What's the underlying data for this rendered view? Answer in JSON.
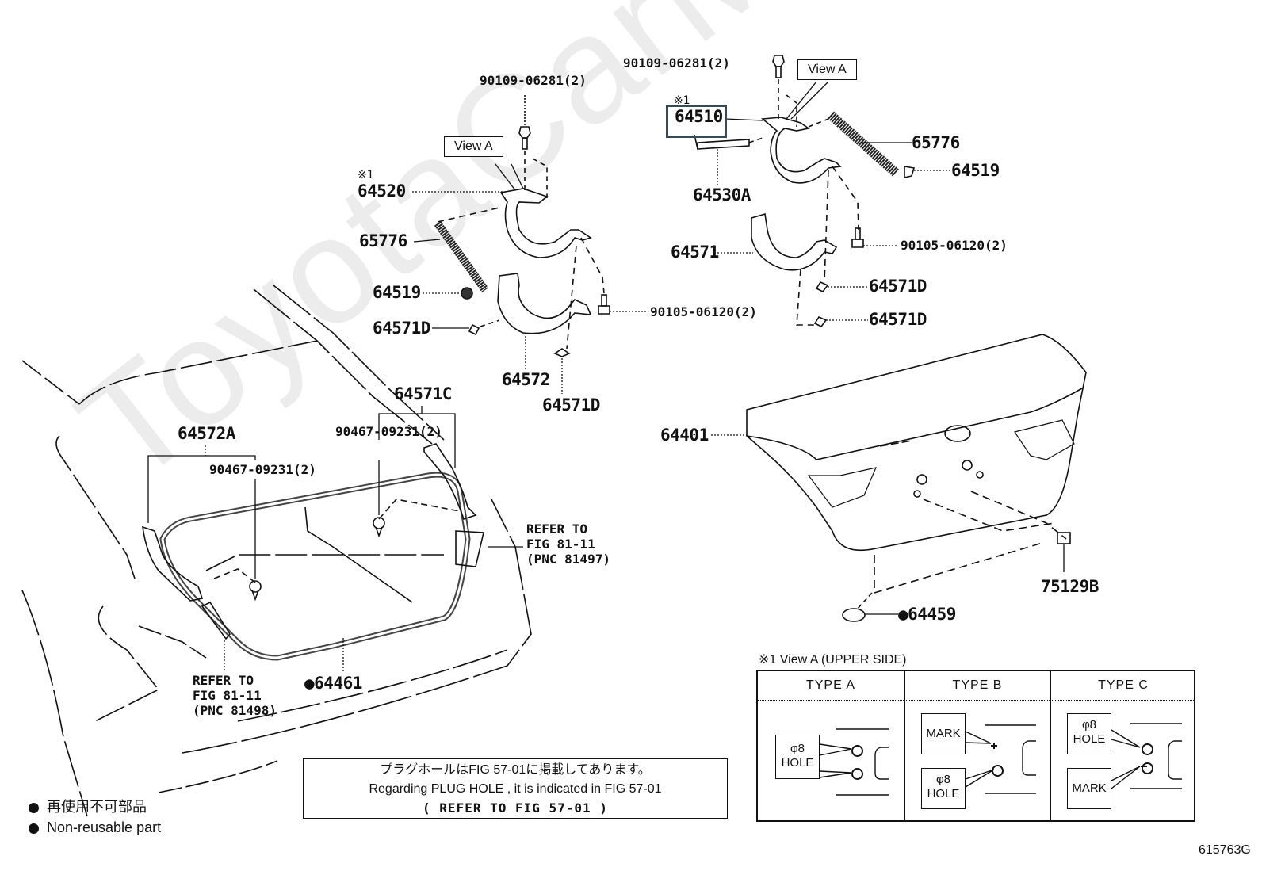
{
  "figure_id": "615763G",
  "watermark": "ToyotaCarMine.ru",
  "parts": {
    "bolt_left_top": "90109-06281(2)",
    "bolt_right_top": "90109-06281(2)",
    "hinge_left": "64520",
    "hinge_right": "64510",
    "hinge_right_highlighted": true,
    "star_mark": "※1",
    "view_a_left": "View A",
    "view_a_right": "View A",
    "rod": "64530A",
    "spring_left": "65776",
    "spring_right": "65776",
    "seat_left": "64519",
    "seat_right": "64519",
    "clip_left_1": "64571D",
    "clip_left_2": "64571D",
    "clip_right_1": "64571D",
    "clip_right_2": "64571D",
    "cover_left": "64572",
    "cover_right": "64571",
    "bolt_left_mid": "90105-06120(2)",
    "bolt_right_mid": "90105-06120(2)",
    "lid": "64401",
    "plug": "75129B",
    "grommet": "64459",
    "weatherstrip": "64461",
    "garnish_left": "64572A",
    "garnish_right": "64571C",
    "clip_garnish_left": "90467-09231(2)",
    "clip_garnish_right": "90467-09231(2)"
  },
  "references": {
    "right": [
      "REFER TO",
      "FIG 81-11",
      "(PNC 81497)"
    ],
    "left": [
      "REFER TO",
      "FIG 81-11",
      "(PNC 81498)"
    ]
  },
  "note": {
    "line1": "プラグホールはFIG 57-01に掲載してあります。",
    "line2": "Regarding PLUG HOLE , it is indicated in FIG 57-01",
    "line3": "(  REFER TO FIG 57-01  )"
  },
  "legend": {
    "line1": "再使用不可部品",
    "line2": "Non-reusable part"
  },
  "view_a_table": {
    "title": "※1 View A (UPPER SIDE)",
    "columns": [
      {
        "header": "TYPE A",
        "boxes": [
          {
            "line1": "φ8",
            "line2": "HOLE"
          }
        ]
      },
      {
        "header": "TYPE B",
        "boxes": [
          {
            "line1": "MARK",
            "line2": ""
          },
          {
            "line1": "φ8",
            "line2": "HOLE"
          }
        ]
      },
      {
        "header": "TYPE C",
        "boxes": [
          {
            "line1": "φ8",
            "line2": "HOLE"
          },
          {
            "line1": "MARK",
            "line2": ""
          }
        ]
      }
    ]
  }
}
